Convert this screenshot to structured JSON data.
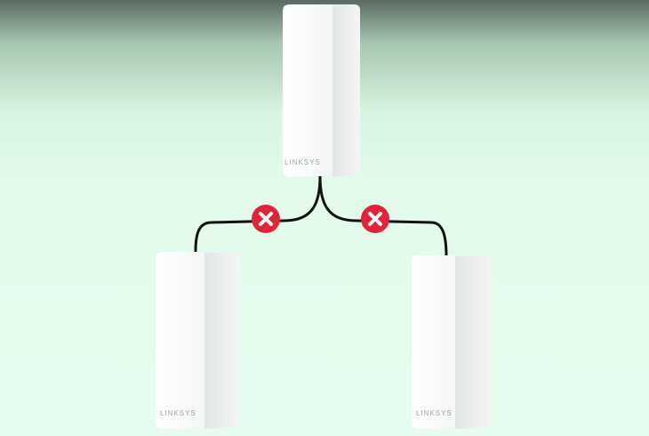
{
  "nodes": [
    {
      "id": "top",
      "brand": "LINKSYS"
    },
    {
      "id": "left",
      "brand": "LINKSYS"
    },
    {
      "id": "right",
      "brand": "LINKSYS"
    }
  ],
  "connections": [
    {
      "from": "top",
      "to": "left",
      "status": "disconnected",
      "icon": "x-circle-icon"
    },
    {
      "from": "top",
      "to": "right",
      "status": "disconnected",
      "icon": "x-circle-icon"
    }
  ],
  "colors": {
    "background": "#e4fbec",
    "node": "#f7f8f8",
    "cable": "#111111",
    "error": "#e0243a"
  }
}
